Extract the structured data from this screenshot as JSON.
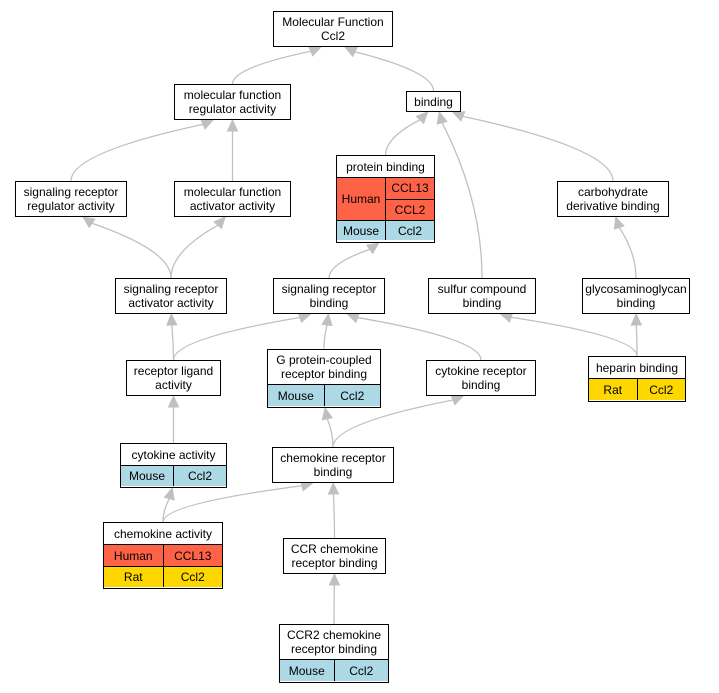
{
  "colors": {
    "human": "#ff6347",
    "mouse": "#add8e6",
    "rat": "#ffd700",
    "edge": "#c0c0c0"
  },
  "nodes": {
    "mf": {
      "lines": [
        "Molecular Function",
        "Ccl2"
      ]
    },
    "mfra": {
      "lines": [
        "molecular function",
        "regulator activity"
      ]
    },
    "bind": {
      "lines": [
        "binding"
      ]
    },
    "prot": {
      "lines": [
        "protein binding"
      ],
      "orgs": [
        {
          "organism": "Human",
          "genes": [
            "CCL13",
            "CCL2"
          ]
        },
        {
          "organism": "Mouse",
          "genes": [
            "Ccl2"
          ]
        }
      ]
    },
    "srra": {
      "lines": [
        "signaling receptor",
        "regulator activity"
      ]
    },
    "mfaa": {
      "lines": [
        "molecular function",
        "activator activity"
      ]
    },
    "carb": {
      "lines": [
        "carbohydrate",
        "derivative binding"
      ]
    },
    "sraa": {
      "lines": [
        "signaling receptor",
        "activator activity"
      ]
    },
    "srb": {
      "lines": [
        "signaling receptor",
        "binding"
      ]
    },
    "sulf": {
      "lines": [
        "sulfur compound",
        "binding"
      ]
    },
    "gag": {
      "lines": [
        "glycosaminoglycan",
        "binding"
      ]
    },
    "rla": {
      "lines": [
        "receptor ligand",
        "activity"
      ]
    },
    "gpcr": {
      "lines": [
        "G protein-coupled",
        "receptor binding"
      ],
      "orgs": [
        {
          "organism": "Mouse",
          "genes": [
            "Ccl2"
          ]
        }
      ]
    },
    "ckrb": {
      "lines": [
        "cytokine receptor",
        "binding"
      ]
    },
    "hep": {
      "lines": [
        "heparin binding"
      ],
      "orgs": [
        {
          "organism": "Rat",
          "genes": [
            "Ccl2"
          ]
        }
      ]
    },
    "cka": {
      "lines": [
        "cytokine activity"
      ],
      "orgs": [
        {
          "organism": "Mouse",
          "genes": [
            "Ccl2"
          ]
        }
      ]
    },
    "chrb": {
      "lines": [
        "chemokine receptor",
        "binding"
      ]
    },
    "cha": {
      "lines": [
        "chemokine activity"
      ],
      "orgs": [
        {
          "organism": "Human",
          "genes": [
            "CCL13"
          ]
        },
        {
          "organism": "Rat",
          "genes": [
            "Ccl2"
          ]
        }
      ]
    },
    "ccr": {
      "lines": [
        "CCR chemokine",
        "receptor binding"
      ]
    },
    "ccr2": {
      "lines": [
        "CCR2 chemokine",
        "receptor binding"
      ],
      "orgs": [
        {
          "organism": "Mouse",
          "genes": [
            "Ccl2"
          ]
        }
      ]
    }
  },
  "edges": [
    {
      "from": "mfra",
      "to": "mf"
    },
    {
      "from": "bind",
      "to": "mf"
    },
    {
      "from": "srra",
      "to": "mfra"
    },
    {
      "from": "mfaa",
      "to": "mfra"
    },
    {
      "from": "prot",
      "to": "bind"
    },
    {
      "from": "sulf",
      "to": "bind"
    },
    {
      "from": "carb",
      "to": "bind"
    },
    {
      "from": "sraa",
      "to": "srra"
    },
    {
      "from": "sraa",
      "to": "mfaa"
    },
    {
      "from": "srb",
      "to": "prot"
    },
    {
      "from": "gag",
      "to": "carb"
    },
    {
      "from": "rla",
      "to": "sraa"
    },
    {
      "from": "rla",
      "to": "srb"
    },
    {
      "from": "gpcr",
      "to": "srb"
    },
    {
      "from": "ckrb",
      "to": "srb"
    },
    {
      "from": "hep",
      "to": "sulf"
    },
    {
      "from": "hep",
      "to": "gag"
    },
    {
      "from": "cka",
      "to": "rla"
    },
    {
      "from": "chrb",
      "to": "gpcr"
    },
    {
      "from": "chrb",
      "to": "ckrb"
    },
    {
      "from": "cha",
      "to": "cka"
    },
    {
      "from": "cha",
      "to": "chrb"
    },
    {
      "from": "ccr",
      "to": "chrb"
    },
    {
      "from": "ccr2",
      "to": "ccr"
    }
  ]
}
